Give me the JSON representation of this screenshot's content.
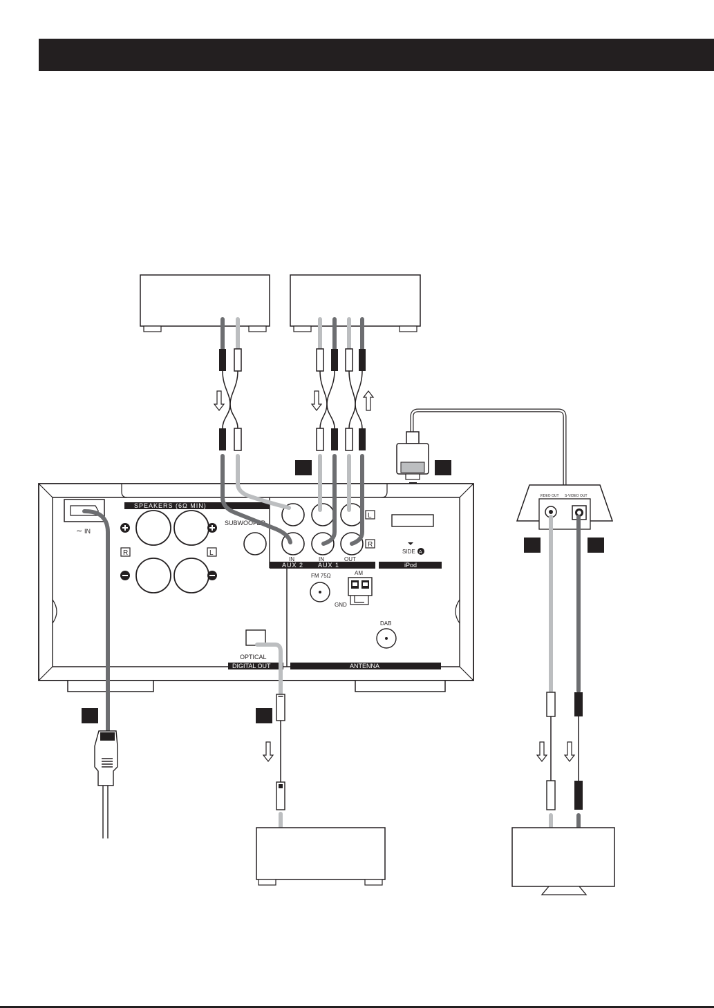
{
  "colors": {
    "ink": "#231f20",
    "cable_dark": "#6d6e71",
    "cable_light": "#bcbec0",
    "background": "#ffffff"
  },
  "labels": {
    "ac_in": "IN",
    "speakers": "SPEAKERS (6Ω MIN)",
    "subwoofer": "SUBWOOFER",
    "aux2": "AUX 2",
    "aux1": "AUX 1",
    "in": "IN",
    "out": "OUT",
    "ipod": "iPod",
    "side": "SIDE",
    "side_marker": "A",
    "fm": "FM 75Ω",
    "am": "AM",
    "gnd": "GND",
    "dab": "DAB",
    "optical": "OPTICAL",
    "digital_out": "DIGITAL OUT",
    "antenna": "ANTENNA",
    "video_out": "VIDEO OUT",
    "s_video_out": "S-VIDEO OUT",
    "channel_r": "R",
    "channel_l": "L"
  },
  "icons": [
    "ac-tilde-icon",
    "plus-terminal-icon",
    "minus-terminal-icon",
    "down-arrow-icon",
    "signal-flow-arrow-icon",
    "power-plug-icon"
  ]
}
